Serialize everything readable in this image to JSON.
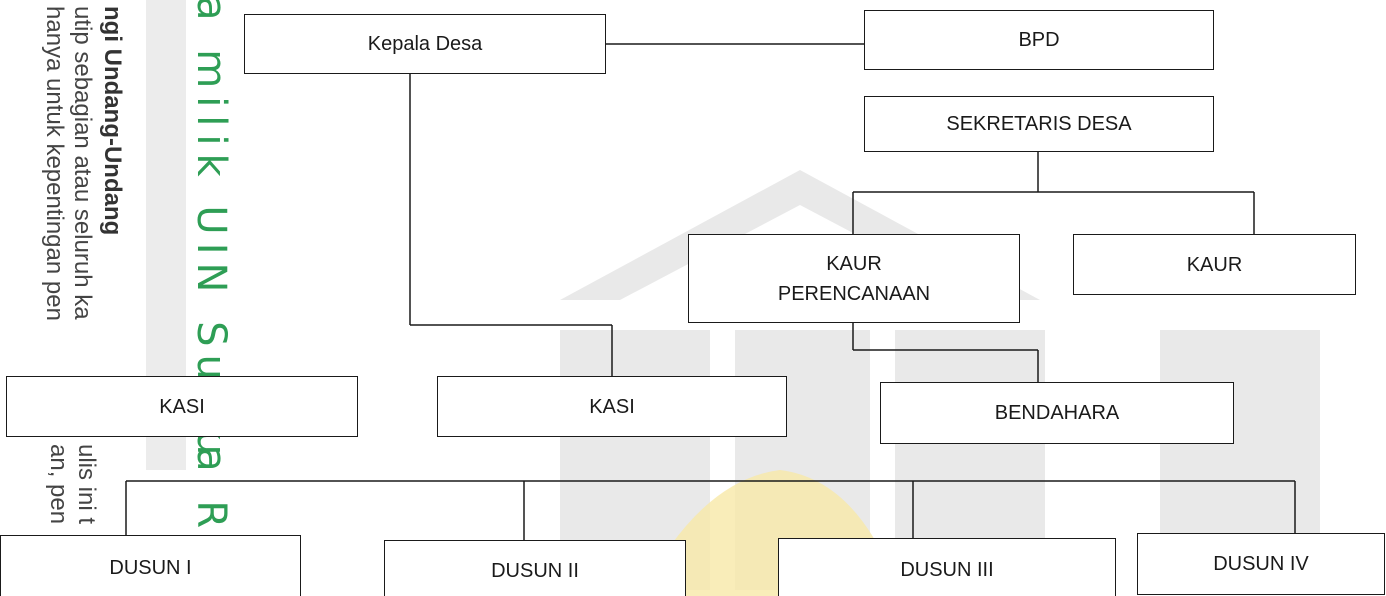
{
  "sidebar": {
    "heading": "ngi Undang-Undang",
    "line1": "utip sebagian atau seluruh ka",
    "line1_tail": "ulis ini t",
    "line2": "hanya untuk kepentingan pen",
    "line2_tail": "an, pen"
  },
  "watermark": {
    "university": "a milik UIN Suska R",
    "trailing": "u"
  },
  "org": {
    "kepala_desa": "Kepala Desa",
    "bpd": "BPD",
    "sekretaris": "SEKRETARIS DESA",
    "kaur_perencanaan_line1": "KAUR",
    "kaur_perencanaan_line2": "PERENCANAAN",
    "kaur": "KAUR",
    "kasi_1": "KASI",
    "kasi_2": "KASI",
    "bendahara": "BENDAHARA",
    "dusun_1": "DUSUN I",
    "dusun_2": "DUSUN II",
    "dusun_3": "DUSUN III",
    "dusun_4": "DUSUN IV"
  },
  "colors": {
    "watermark_gray": "#e9e9e9",
    "watermark_yellow": "#f7e9a8",
    "uin_green": "#2e9e55",
    "line": "#1a1a1a"
  }
}
